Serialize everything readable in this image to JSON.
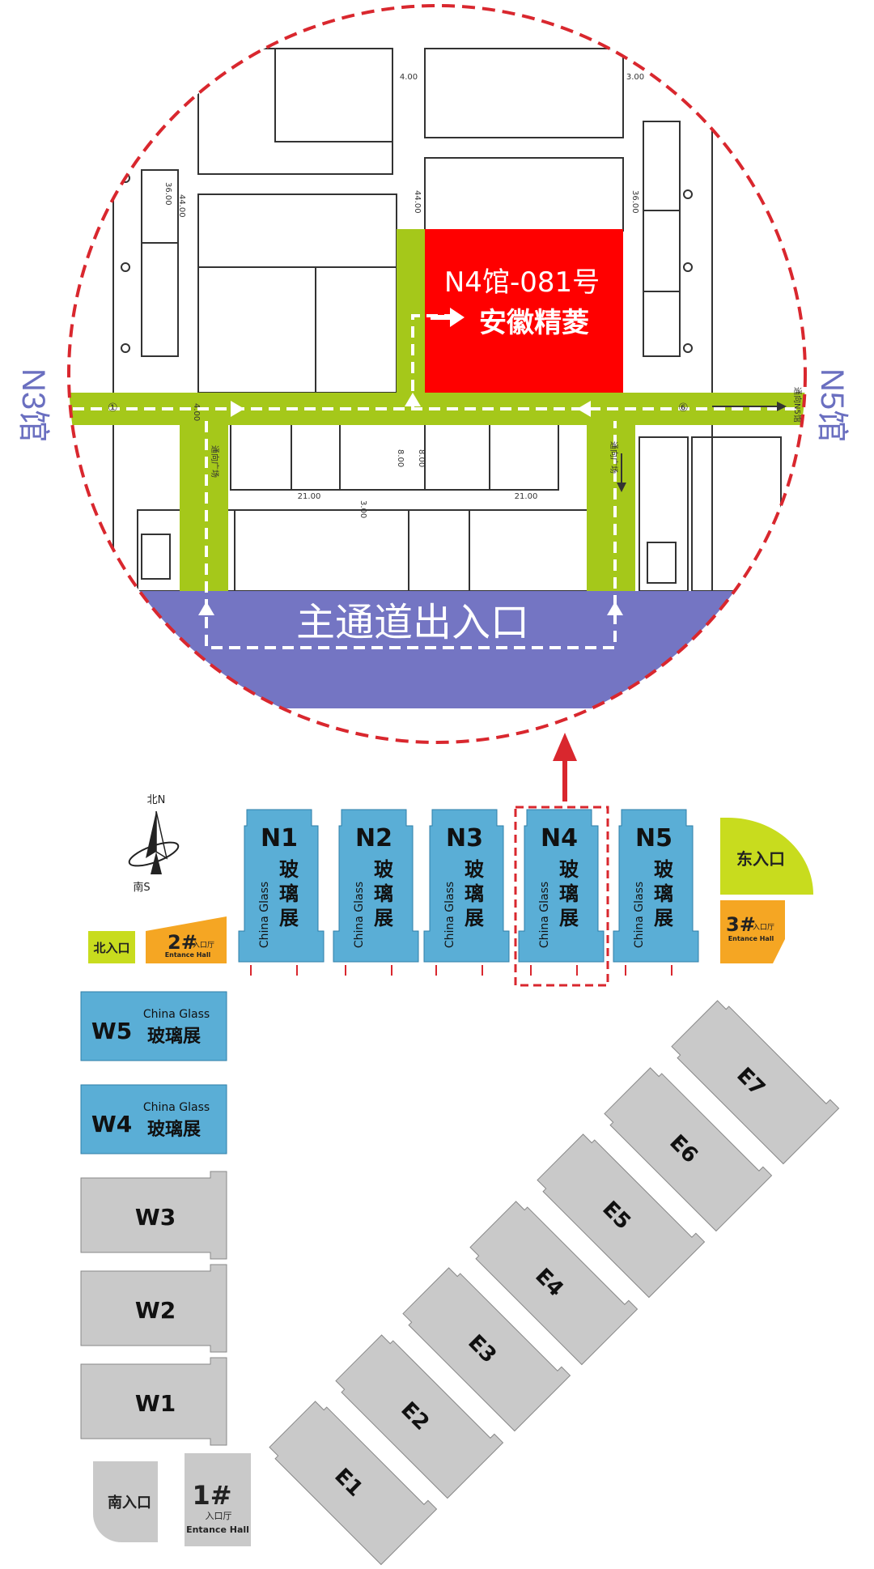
{
  "zoom": {
    "left_hall_label": "N3馆",
    "right_hall_label": "N5馆",
    "booth_number": "N4馆-081号",
    "booth_company": "安徽精菱",
    "main_passage": "主通道出入口",
    "dim_4_00": "4.00",
    "dim_3_00": "3.00",
    "dim_44_left": "44.00",
    "dim_36_left": "36.00",
    "dim_44_mid": "44.00",
    "dim_36_right": "36.00",
    "dim_8_left": "8.00",
    "dim_8_mid": "8.00",
    "dim_21_left": "21.00",
    "dim_21_right": "21.00",
    "dim_3_bottom": "3.00",
    "dim_4_side": "4.00",
    "passage_note_left": "通向广场",
    "passage_note_right": "通向广场",
    "passage_note_n5": "通向N5馆",
    "marker_left": "①",
    "marker_right": "⑥"
  },
  "compass": {
    "north": "北N",
    "south": "南S"
  },
  "glass_halls": [
    {
      "id": "N1",
      "en": "China Glass",
      "cn": "玻璃展"
    },
    {
      "id": "N2",
      "en": "China Glass",
      "cn": "玻璃展"
    },
    {
      "id": "N3",
      "en": "China Glass",
      "cn": "玻璃展"
    },
    {
      "id": "N4",
      "en": "China Glass",
      "cn": "玻璃展"
    },
    {
      "id": "N5",
      "en": "China Glass",
      "cn": "玻璃展"
    }
  ],
  "west_glass_halls": [
    {
      "id": "W5",
      "en": "China Glass",
      "cn": "玻璃展"
    },
    {
      "id": "W4",
      "en": "China Glass",
      "cn": "玻璃展"
    }
  ],
  "gray_halls": {
    "west": [
      "W3",
      "W2",
      "W1"
    ],
    "east": [
      "E1",
      "E2",
      "E3",
      "E4",
      "E5",
      "E6",
      "E7"
    ]
  },
  "entrances": {
    "north": "北入口",
    "east": "东入口",
    "south": "南入口",
    "hall2_num": "2#",
    "hall2_cn": "入口厅",
    "hall2_en": "Entance Hall",
    "hall3_num": "3#",
    "hall3_cn": "入口厅",
    "hall3_en": "Entance Hall",
    "hall1_num": "1#",
    "hall1_cn": "入口厅",
    "hall1_en": "Entance Hall"
  },
  "colors": {
    "green": "#a5c81a",
    "red_booth": "#ff0000",
    "main_passage": "#7475c3",
    "glass_hall": "#5aaed6",
    "gray_hall": "#c9c9c9",
    "entrance_green": "#c8dc1e",
    "entrance_orange": "#f5a623",
    "dashed_red": "#d9272e",
    "side_label": "#6a6fc0"
  },
  "icons": [
    "compass-icon",
    "direction-arrow-icon"
  ]
}
